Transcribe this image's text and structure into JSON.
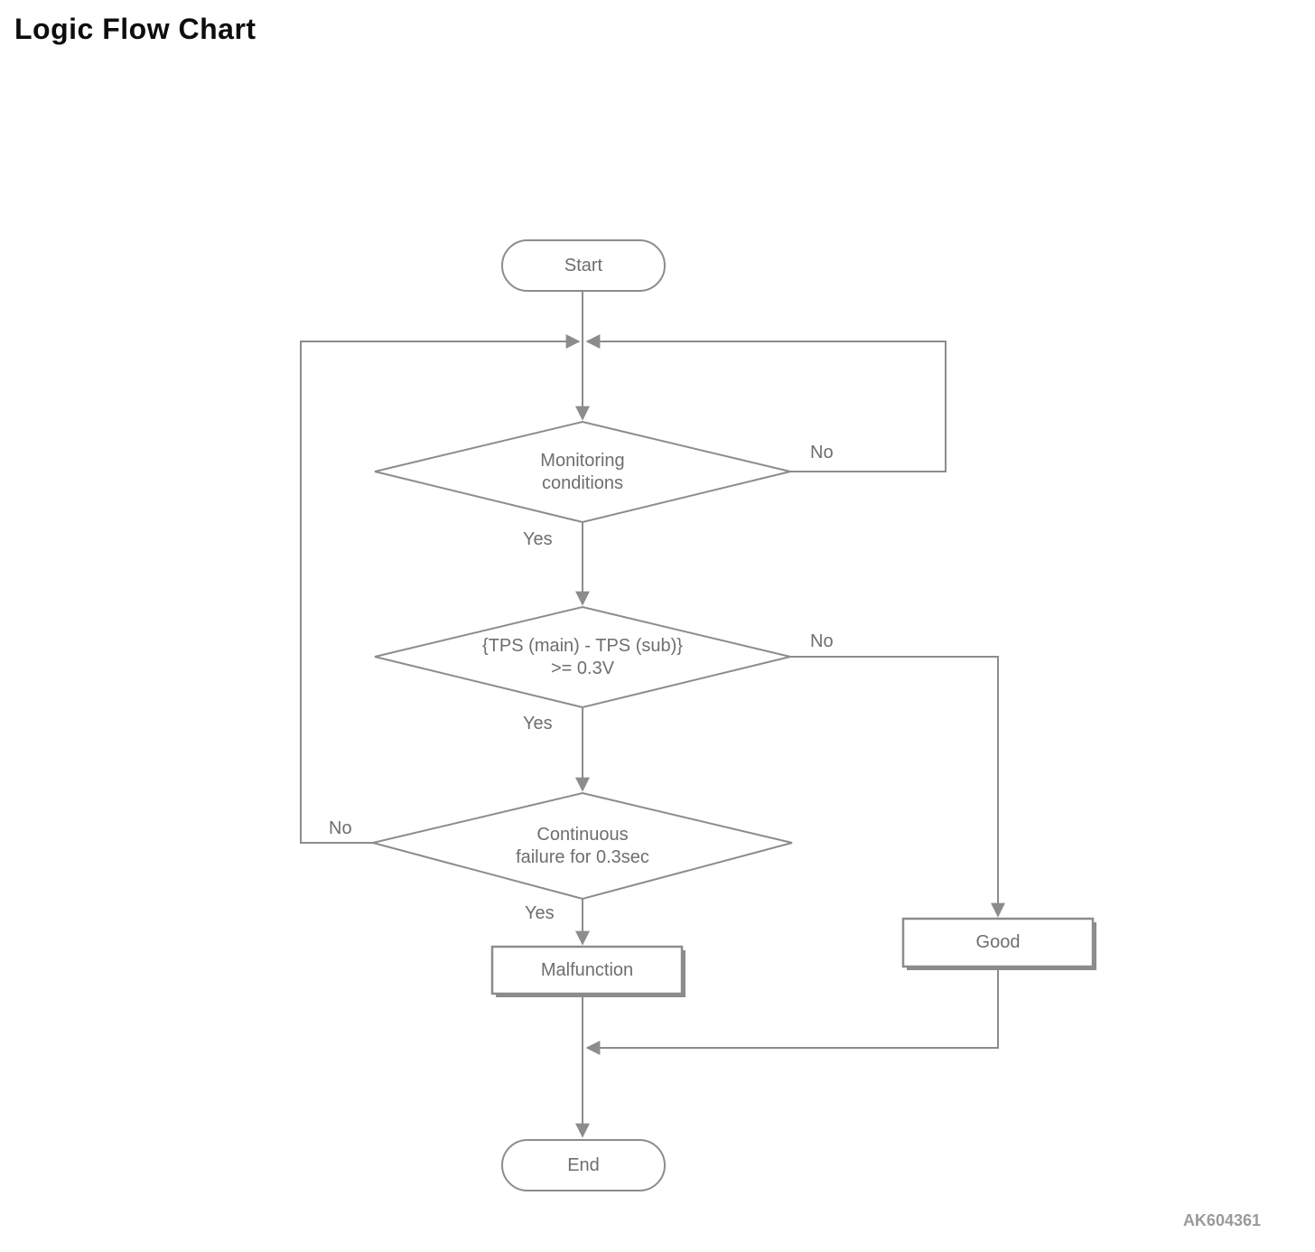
{
  "page": {
    "title": "Logic Flow Chart",
    "watermark": "AK604361"
  },
  "colors": {
    "line": "#8c8c8c",
    "node_text": "#6e6e6e",
    "title_text": "#0d0d0d",
    "watermark_text": "#9a9a9a"
  },
  "nodes": {
    "start": {
      "label": "Start"
    },
    "monitoring": {
      "line1": "Monitoring",
      "line2": "conditions"
    },
    "tps": {
      "line1": "{TPS (main) - TPS (sub)}",
      "line2": ">= 0.3V"
    },
    "continuous": {
      "line1": "Continuous",
      "line2": "failure for 0.3sec"
    },
    "malfunction": {
      "label": "Malfunction"
    },
    "good": {
      "label": "Good"
    },
    "end": {
      "label": "End"
    }
  },
  "edges": {
    "monitoring_no": "No",
    "monitoring_yes": "Yes",
    "tps_no": "No",
    "tps_yes": "Yes",
    "continuous_no": "No",
    "continuous_yes": "Yes"
  }
}
